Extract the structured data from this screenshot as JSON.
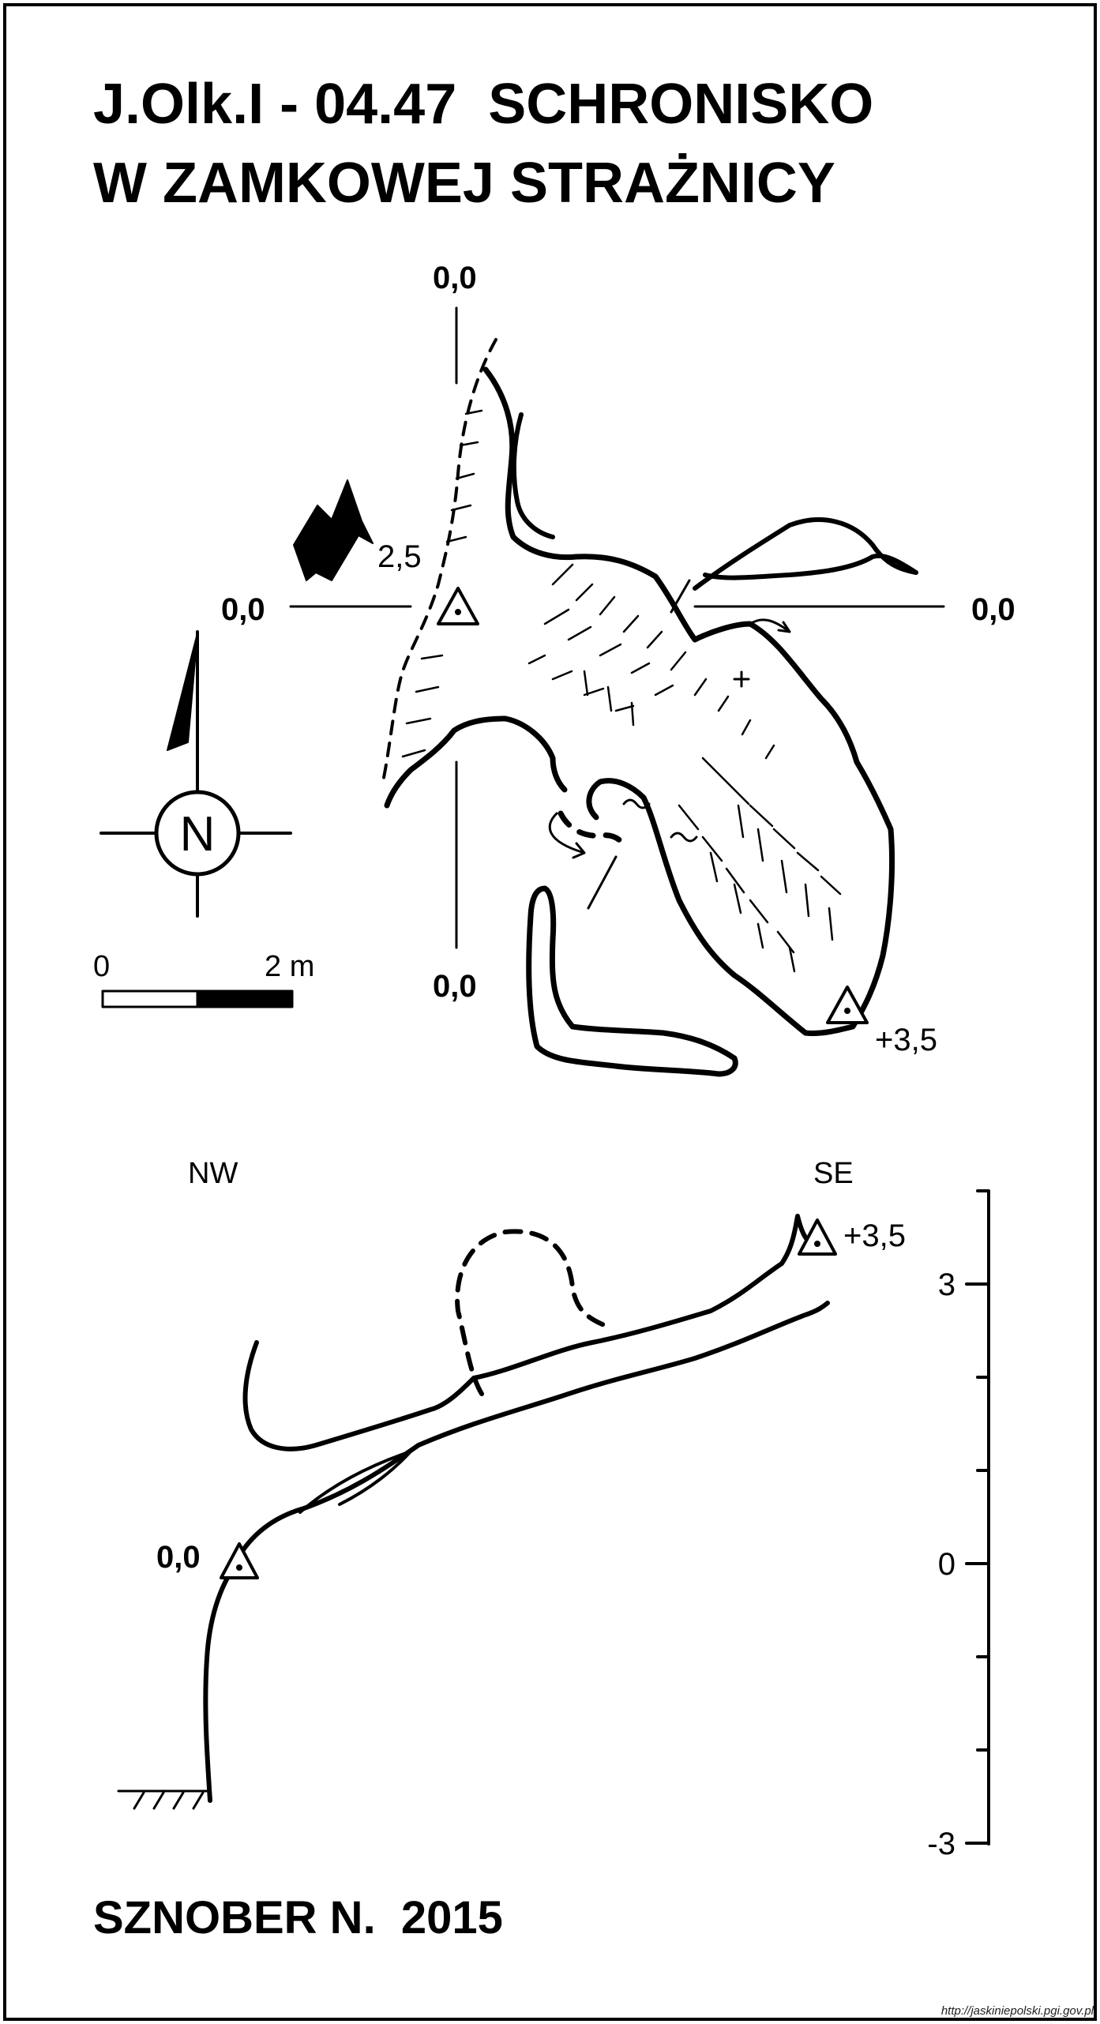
{
  "title": {
    "line1": "J.Olk.I - 04.47  SCHRONISKO",
    "line2": "W ZAMKOWEJ STRAŻNICY"
  },
  "plan": {
    "top_label": "0,0",
    "left_label": "0,0",
    "right_label": "0,0",
    "bottom_label": "0,0",
    "entrance_height": "2,5",
    "station_end": "+3,5",
    "north_label": "N",
    "scale": {
      "start": "0",
      "end": "2 m"
    }
  },
  "profile": {
    "left_dir": "NW",
    "right_dir": "SE",
    "station_start": "0,0",
    "station_end": "+3,5",
    "axis_ticks": [
      {
        "value": 3,
        "label": "3"
      },
      {
        "value": 0,
        "label": "0"
      },
      {
        "value": -3,
        "label": "-3"
      }
    ]
  },
  "author": "SZNOBER N.  2015",
  "source_url": "http://jaskiniepolski.pgi.gov.pl",
  "colors": {
    "ink": "#000000",
    "paper": "#ffffff"
  }
}
